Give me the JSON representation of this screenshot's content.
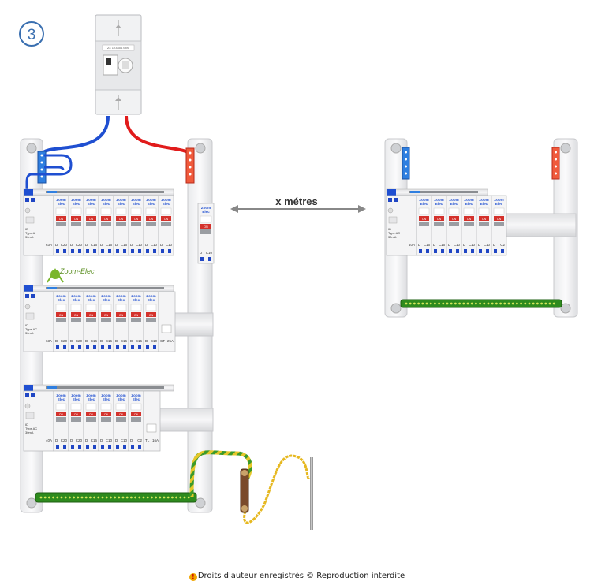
{
  "step_number": "3",
  "distance_label": "x métres",
  "watermark_text": "Zoom-Elec",
  "footer": {
    "link_text": "Droits d'auteur enregistrés © Reproduction interdite"
  },
  "meter_label": "Z4 1234567890",
  "breaker_brand_line1": "Zoom",
  "breaker_brand_line2": "Elec",
  "breaker_on_label": "ON",
  "panel_left": {
    "row1": {
      "id_lines": [
        "ID",
        "Type A",
        "30mA"
      ],
      "id_rating": "63A",
      "ratings": [
        "C20",
        "C20",
        "C16",
        "C16",
        "C16",
        "C10",
        "C10",
        "C10"
      ],
      "side_rating": "C10"
    },
    "row2": {
      "id_lines": [
        "ID",
        "Type AC",
        "30mA"
      ],
      "id_rating": "63A",
      "ratings": [
        "C20",
        "C20",
        "C16",
        "C16",
        "C16",
        "C16",
        "C10"
      ],
      "extra": [
        "CT",
        "25A"
      ]
    },
    "row3": {
      "id_lines": [
        "ID",
        "Type AC",
        "30mA"
      ],
      "id_rating": "40A",
      "ratings": [
        "C20",
        "C20",
        "C16",
        "C10",
        "C10",
        "C2"
      ],
      "extra": [
        "TL",
        "16A"
      ]
    }
  },
  "panel_right": {
    "id_lines": [
      "ID",
      "Type AC",
      "30mA"
    ],
    "id_rating": "40A",
    "ratings": [
      "C16",
      "C16",
      "C10",
      "C10",
      "C10",
      "C2"
    ]
  },
  "colors": {
    "neutral": "#1f4fd1",
    "phase": "#e11b1b",
    "earth_green": "#2e8b1e",
    "earth_yellow": "#e6c72a",
    "breaker_red": "#d4322c",
    "step_circle": "#3a6fb0"
  }
}
